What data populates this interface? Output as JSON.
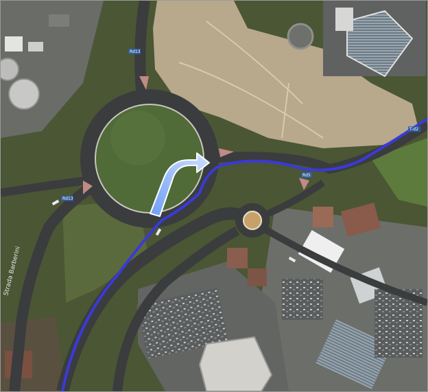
{
  "map": {
    "type": "satellite",
    "road_labels": [
      "Rd13",
      "Rd13",
      "Rd5",
      "T-d2"
    ],
    "street_name": "Strada Barberini",
    "colors": {
      "route": "#3a3ad8",
      "maneuver_arrow": "#8fb8ff",
      "asphalt": "#3a3c3e",
      "vegetation": "#4d5a36",
      "field": "#b7a68a"
    }
  }
}
